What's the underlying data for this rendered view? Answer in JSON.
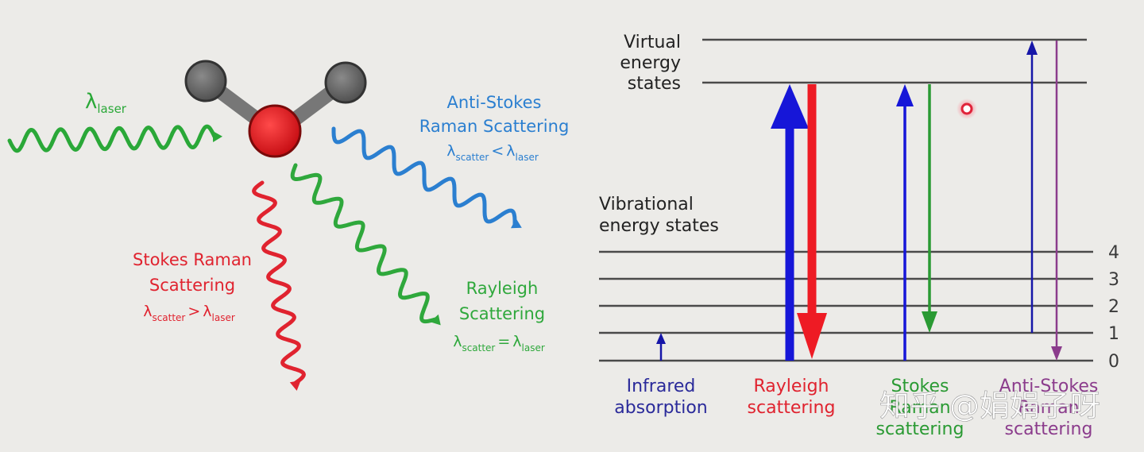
{
  "molecule_panel": {
    "laser_label": "λ",
    "laser_sub": "laser",
    "anti_stokes": {
      "line1": "Anti-Stokes",
      "line2": "Raman Scattering",
      "lambda": "λ",
      "sub_scatter": "scatter",
      "relation": "<",
      "sub_laser": "laser"
    },
    "stokes": {
      "line1": "Stokes Raman",
      "line2": "Scattering",
      "lambda": "λ",
      "sub_scatter": "scatter",
      "relation": ">",
      "sub_laser": "laser"
    },
    "rayleigh": {
      "line1": "Rayleigh",
      "line2": "Scattering",
      "lambda": "λ",
      "sub_scatter": "scatter",
      "relation": "=",
      "sub_laser": "laser"
    }
  },
  "energy_panel": {
    "virtual_states_label": [
      "Virtual",
      "energy",
      "states"
    ],
    "vibrational_states_label": [
      "Vibrational",
      "energy states"
    ],
    "level_numbers": [
      "4",
      "3",
      "2",
      "1",
      "0"
    ],
    "process_labels": {
      "infrared": [
        "Infrared",
        "absorption"
      ],
      "rayleigh": [
        "Rayleigh",
        "scattering"
      ],
      "stokes": [
        "Stokes",
        "Raman",
        "scattering"
      ],
      "anti_stokes": [
        "Anti-Stokes",
        "Raman",
        "scattering"
      ]
    }
  },
  "watermark": "知乎 @娟娟子呀",
  "colors": {
    "laser_green": "#2aa838",
    "anti_stokes_blue": "#2b7fd0",
    "stokes_red": "#e0232f",
    "rayleigh_green": "#2fa83c",
    "arrow_blue": "#1616d8",
    "arrow_red": "#ee1b24",
    "purple": "#8b3c8c",
    "level_line": "#4a4a4a"
  }
}
